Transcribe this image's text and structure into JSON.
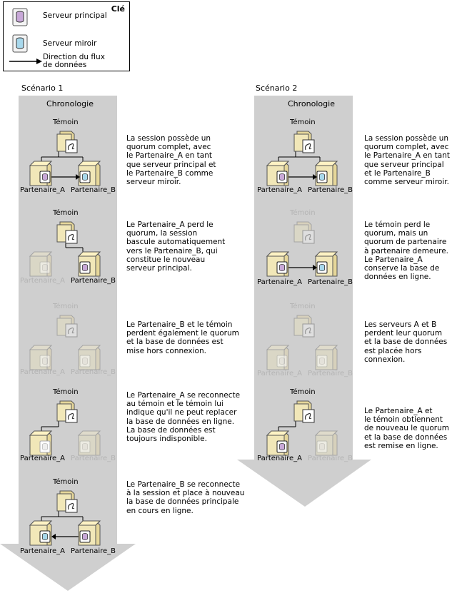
{
  "key": {
    "title": "Clé",
    "principal": "Serveur principal",
    "mirror": "Serveur miroir",
    "flow_line1": "Direction du flux",
    "flow_line2": "de données"
  },
  "labels": {
    "witness": "Témoin",
    "partner_a": "Partenaire_A",
    "partner_b": "Partenaire_B",
    "timeline": "Chronologie"
  },
  "scenario1": {
    "title": "Scénario 1",
    "steps": [
      "La session possède un\nquorum complet, avec\nle Partenaire_A en tant\nque serveur principal et\nle Partenaire_B comme\nserveur miroir.",
      "Le Partenaire_A perd le\nquorum, la session\nbascule automatiquement\nvers le Partenaire_B, qui\nconstitue le nouveau\nserveur principal.",
      "Le Partenaire_B et le témoin\nperdent également le quorum\net la base de données est\nmise hors connexion.",
      "Le Partenaire_A se reconnecte\nau témoin et le témoin lui\nindique qu'il ne peut replacer\nla base de données en ligne.\nLa base de données est\ntoujours indisponible.",
      "Le Partenaire_B se reconnecte\nà la session et place à nouveau\nla base de données principale\nen cours en ligne."
    ]
  },
  "scenario2": {
    "title": "Scénario 2",
    "steps": [
      "La session possède un\nquorum complet, avec\nle Partenaire_A en tant\nque serveur principal\net le Partenaire_B\ncomme serveur miroir.",
      "Le témoin perd le\nquorum, mais un\nquorum de partenaire\nà partenaire demeure.\nLe Partenaire_A\nconserve la base de\ndonnées en ligne.",
      "Les serveurs A et B\nperdent leur quorum\net la base de données\nest placée hors\nconnexion.",
      "Le Partenaire_A et\nle témoin obtiennent\nde nouveau le quorum\net la base de données\nest remise en ligne."
    ]
  },
  "colors": {
    "arrow_gray": "#cfcfcf",
    "principal_db": "#c8a8d8",
    "mirror_db": "#a8d8ec",
    "server": "#e6d79a",
    "faded": "#b4b4b4"
  }
}
